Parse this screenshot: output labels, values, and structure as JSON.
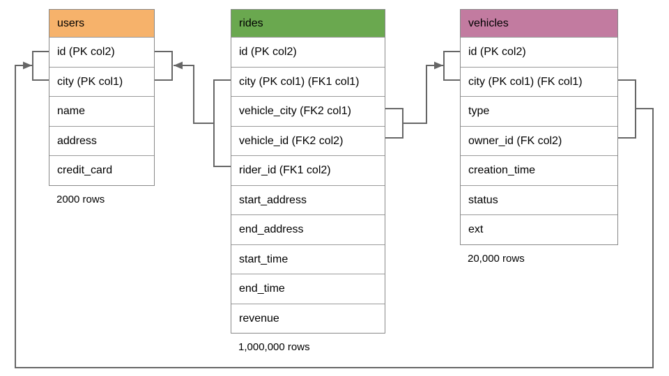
{
  "diagram": {
    "title": "database schema diagram",
    "background_color": "#ffffff",
    "connector_color": "#666666",
    "border_color": "#999999",
    "tables": [
      {
        "name": "users",
        "header_color": "#f6b26b",
        "columns": [
          "id (PK col2)",
          "city (PK col1)",
          "name",
          "address",
          "credit_card"
        ],
        "row_count_label": "2000 rows"
      },
      {
        "name": "rides",
        "header_color": "#6aa84f",
        "columns": [
          "id (PK col2)",
          "city (PK col1) (FK1 col1)",
          "vehicle_city (FK2 col1)",
          "vehicle_id (FK2 col2)",
          "rider_id (FK1 col2)",
          "start_address",
          "end_address",
          "start_time",
          "end_time",
          "revenue"
        ],
        "row_count_label": "1,000,000 rows"
      },
      {
        "name": "vehicles",
        "header_color": "#c27ba0",
        "columns": [
          "id (PK col2)",
          "city (PK col1) (FK col1)",
          "type",
          "owner_id (FK col2)",
          "creation_time",
          "status",
          "ext"
        ],
        "row_count_label": "20,000 rows"
      }
    ],
    "relationships": [
      {
        "name": "rides-fk1-users",
        "from_table": "rides",
        "from_columns": [
          "city (PK col1) (FK1 col1)",
          "rider_id (FK1 col2)"
        ],
        "to_table": "users",
        "to_columns": [
          "id (PK col2)",
          "city (PK col1)"
        ]
      },
      {
        "name": "rides-fk2-vehicles",
        "from_table": "rides",
        "from_columns": [
          "vehicle_city (FK2 col1)",
          "vehicle_id (FK2 col2)"
        ],
        "to_table": "vehicles",
        "to_columns": [
          "id (PK col2)",
          "city (PK col1) (FK col1)"
        ]
      },
      {
        "name": "vehicles-fk-users",
        "from_table": "vehicles",
        "from_columns": [
          "city (PK col1) (FK col1)",
          "owner_id (FK col2)"
        ],
        "to_table": "users",
        "to_columns": [
          "id (PK col2)",
          "city (PK col1)"
        ]
      }
    ]
  }
}
